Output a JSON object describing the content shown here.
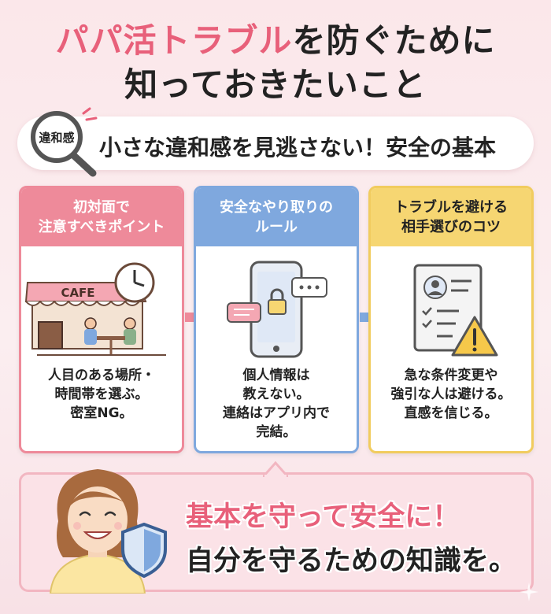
{
  "title": {
    "line1_pink": "パパ活トラブル",
    "line1_dark": "を防ぐために",
    "line2": "知っておきたいこと"
  },
  "subtitle": {
    "badge": "違和感",
    "text": "小さな違和感を見逃さない！安全の基本"
  },
  "cards": [
    {
      "head_line1": "初対面で",
      "head_line2": "注意すべきポイント",
      "sign": "CAFE",
      "icon": "cafe-scene-icon",
      "body_line1": "人目のある場所・",
      "body_line2": "時間帯を選ぶ。",
      "body_line3": "密室NG。",
      "color": "#ee8a9a"
    },
    {
      "head_line1": "安全なやり取りの",
      "head_line2": "ルール",
      "icon": "locked-phone-icon",
      "body_line1": "個人情報は",
      "body_line2": "教えない。",
      "body_line3": "連絡はアプリ内で",
      "body_line4": "完結。",
      "color": "#7fa8de"
    },
    {
      "head_line1": "トラブルを避ける",
      "head_line2": "相手選びのコツ",
      "icon": "profile-warning-icon",
      "body_line1": "急な条件変更や",
      "body_line2": "強引な人は避ける。",
      "body_line3": "直感を信じる。",
      "color": "#f6d672"
    }
  ],
  "bottom": {
    "line1": "基本を守って安全に！",
    "line2": "自分を守るための知識を。",
    "accent": "#e8607a"
  }
}
